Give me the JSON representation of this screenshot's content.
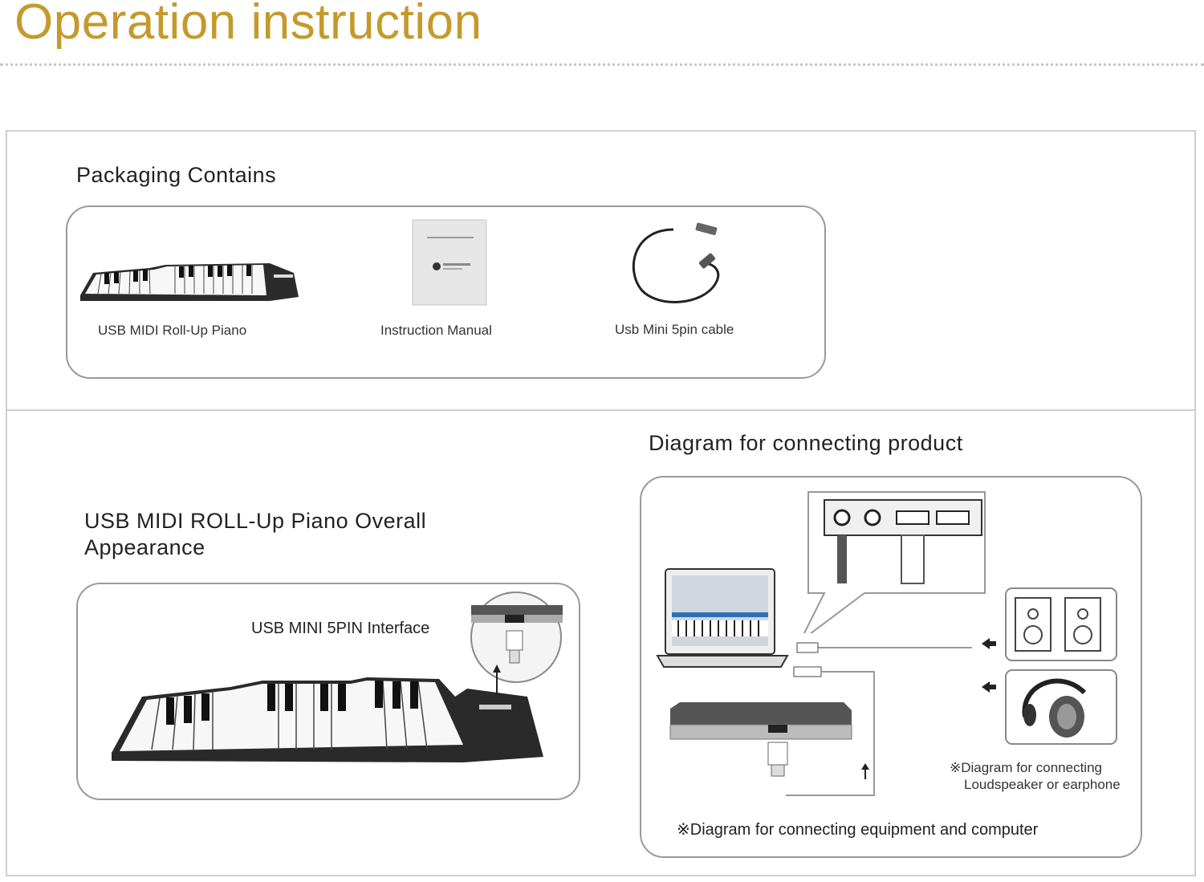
{
  "page_title": "Operation instruction",
  "packaging": {
    "heading": "Packaging Contains",
    "items": [
      {
        "label": "USB MIDI Roll-Up Piano"
      },
      {
        "label": "Instruction Manual"
      },
      {
        "label": "Usb Mini 5pin cable"
      }
    ]
  },
  "appearance": {
    "heading_line1": "USB  MIDI  ROLL-Up Piano Overall",
    "heading_line2": "Appearance",
    "interface_label": "USB MINI 5PIN  Interface"
  },
  "connection": {
    "heading": "Diagram for connecting product",
    "note_speaker_line1": "※Diagram for connecting",
    "note_speaker_line2": "Loudspeaker or earphone",
    "note_equipment": "※Diagram for connecting equipment and computer"
  },
  "colors": {
    "title_gold": "#c49a2c",
    "frame_gray": "#cfcfcf",
    "box_border": "#9a9a9a"
  }
}
